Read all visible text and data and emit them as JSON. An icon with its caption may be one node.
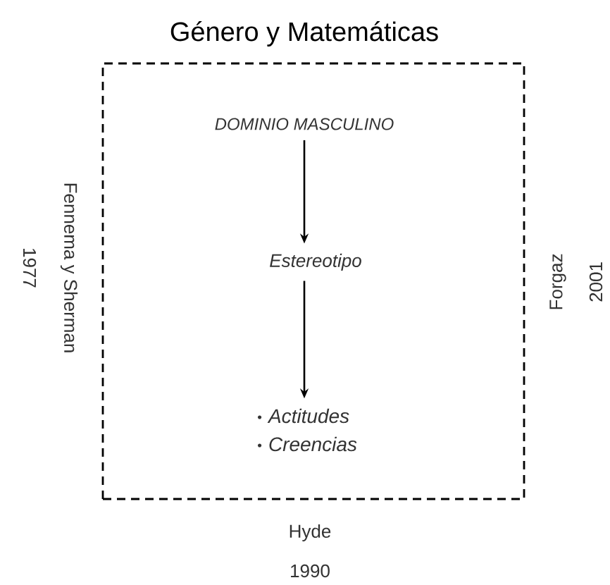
{
  "diagram": {
    "nodes": [
      {
        "text": [
          "Género y Matemáticas"
        ]
      },
      {
        "text": [
          "DOMINIO MASCULINO"
        ],
        "in": 0
      },
      {
        "text": [
          "Estereotipo"
        ],
        "in": 0
      },
      {
        "text": [
          "Actitudes",
          "Creencias"
        ],
        "in": 0
      }
    ],
    "edges": [
      {
        "from": 1,
        "to": 2,
        "arrow": "to"
      },
      {
        "from": 2,
        "to": 3,
        "arrow": "to"
      }
    ],
    "labels": [
      "Fennema y Sherman",
      "1977",
      "Forgaz",
      "2001",
      "Hyde",
      "1990"
    ]
  }
}
